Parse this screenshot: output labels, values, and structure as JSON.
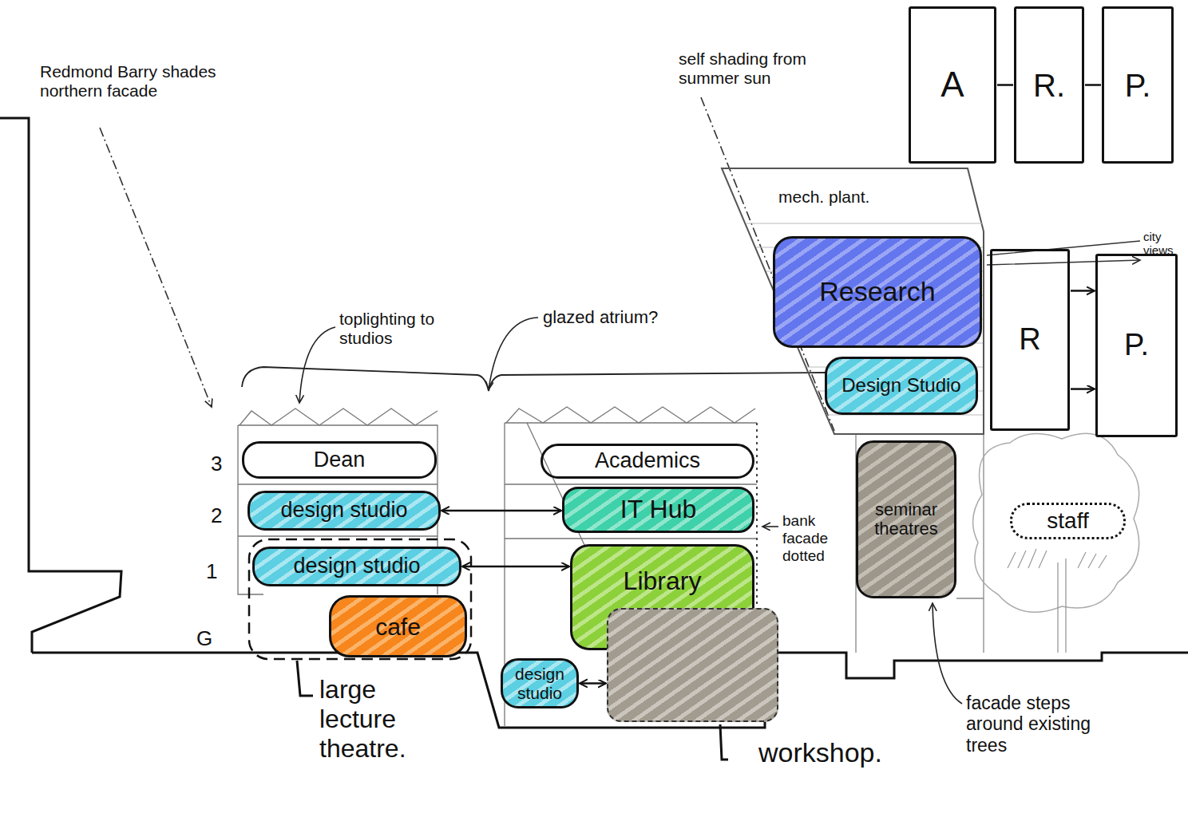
{
  "diagram": {
    "nodes": [
      {
        "text": [
          "Dean"
        ]
      },
      {
        "text": [
          "design studio"
        ]
      },
      {
        "text": [
          "design studio"
        ]
      },
      {
        "text": [
          "cafe"
        ]
      },
      {
        "text": [
          "Academics"
        ]
      },
      {
        "text": [
          "IT Hub"
        ]
      },
      {
        "text": [
          "Library"
        ]
      },
      {
        "text": [
          "workshop."
        ]
      },
      {
        "text": [
          "design studio"
        ]
      },
      {
        "text": [
          "mech. plant."
        ]
      },
      {
        "text": [
          "Research"
        ],
        "in": 9
      },
      {
        "text": [
          "Design Studio"
        ],
        "in": 9
      },
      {
        "text": [
          "seminar theatres"
        ]
      },
      {
        "text": [
          "A"
        ]
      },
      {
        "text": [
          "R."
        ]
      },
      {
        "text": [
          "P."
        ]
      },
      {
        "text": [
          "R"
        ]
      },
      {
        "text": [
          "P."
        ]
      },
      {
        "text": [
          "staff"
        ]
      }
    ],
    "edges": [
      {
        "from": 1,
        "to": 5,
        "arrow": "both"
      },
      {
        "from": 2,
        "to": 6,
        "arrow": "both"
      },
      {
        "from": 8,
        "to": 7,
        "arrow": "both"
      },
      {
        "from": 13,
        "to": 14,
        "arrow": "none"
      },
      {
        "from": 14,
        "to": 15,
        "arrow": "none"
      },
      {
        "from": 16,
        "to": 17,
        "arrow": "to"
      },
      {
        "from": 16,
        "to": 17,
        "arrow": "to"
      }
    ],
    "labels": [
      "Redmond Barry shades northern facade",
      "self shading from summer sun",
      "toplighting to studios",
      "glazed atrium?",
      "bank facade dotted",
      "facade steps around existing trees",
      "large lecture theatre.",
      "3",
      "2",
      "1",
      "G",
      "city views"
    ]
  }
}
